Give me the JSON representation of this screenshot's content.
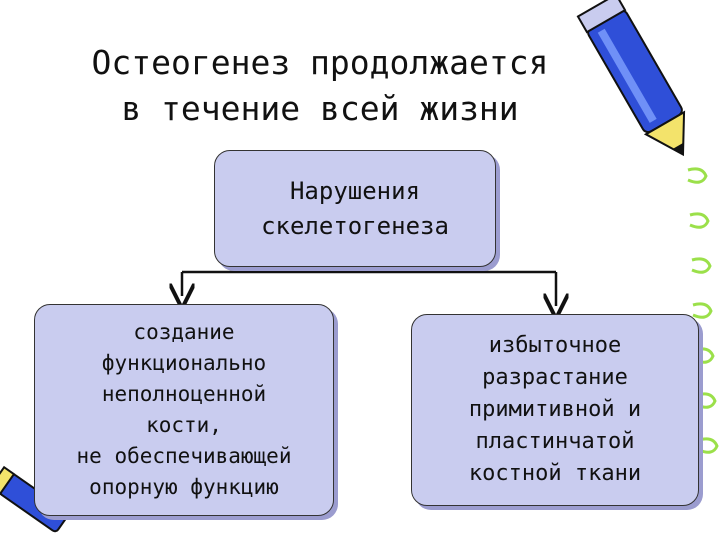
{
  "title": "Остеогенез продолжается\nв течение всей жизни",
  "diagram": {
    "root": "Нарушения\nскелетогенеза",
    "left_child": "создание\nфункционально\nнеполноценной\nкости,\nне обеспечивающей\nопорную функцию",
    "right_child": "избыточное\nразрастание\nпримитивной и\nпластинчатой\nкостной ткани"
  },
  "colors": {
    "box_fill": "#c9ccef",
    "pencil_blue": "#2f4fd8",
    "pencil_yellow": "#f3e36b",
    "spiral_green": "#9be04a"
  },
  "icons": [
    "pencil-icon",
    "spiral-icon",
    "crayon-icon"
  ]
}
